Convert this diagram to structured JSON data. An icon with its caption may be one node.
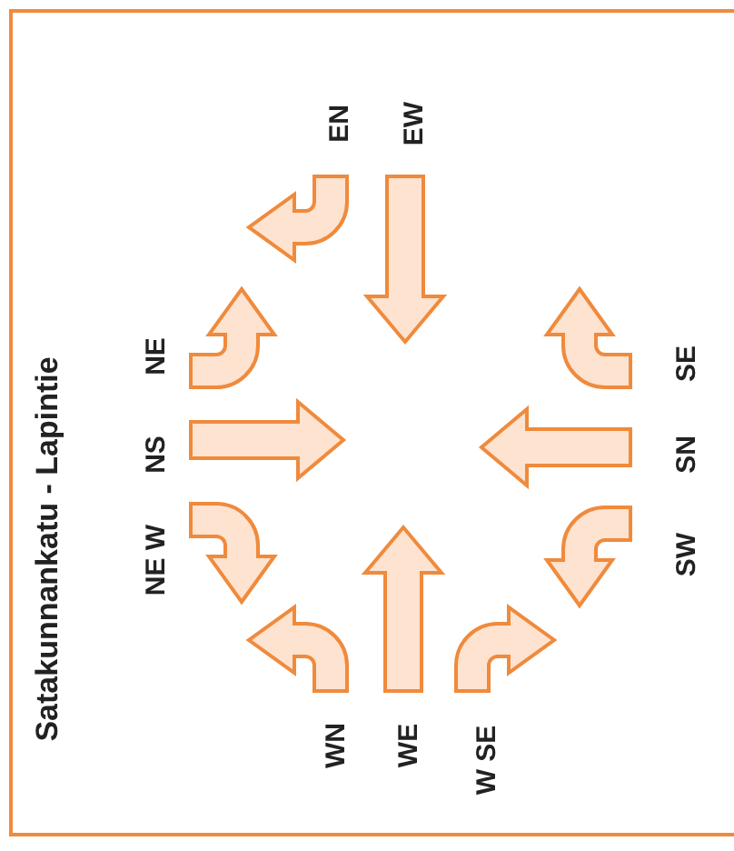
{
  "diagram": {
    "title": "Satakunnankatu - Lapintie",
    "labels": [
      "EN",
      "EW",
      "NE",
      "SE",
      "NS",
      "SN",
      "NE W",
      "SW",
      "WN",
      "WE",
      "W SE"
    ]
  }
}
